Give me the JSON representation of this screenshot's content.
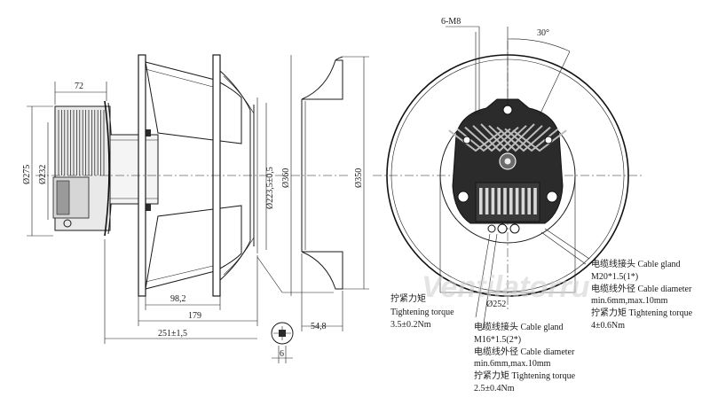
{
  "side_view": {
    "dims": {
      "d72": "72",
      "d275": "Ø275",
      "d232": "Ø232",
      "d2235": "Ø223,5±0,5",
      "d360": "Ø360",
      "d350": "Ø350",
      "d982": "98,2",
      "d179": "179",
      "d251": "251±1,5",
      "d548": "54,8",
      "d6": "6"
    }
  },
  "front_view": {
    "dims": {
      "m8": "6-M8",
      "angle": "30°",
      "d252": "Ø252"
    }
  },
  "notes": {
    "left_torque": {
      "cn": "拧紧力矩",
      "en": "Tightening torque",
      "val": "3.5±0.2Nm"
    },
    "gland_m20": {
      "cn": "电缆线接头",
      "en": "Cable gland",
      "spec": "M20*1.5(1*)",
      "dia_cn": "电缆线外径",
      "dia_en": "Cable diameter",
      "dia_val": "min.6mm,max.10mm",
      "torque_cn": "拧紧力矩",
      "torque_en": "Tightening torque",
      "torque_val": "4±0.6Nm"
    },
    "gland_m16": {
      "cn": "电缆线接头",
      "en": "Cable gland",
      "spec": "M16*1.5(2*)",
      "dia_cn": "电缆线外径",
      "dia_en": "Cable diameter",
      "dia_val": "min.6mm,max.10mm",
      "torque_cn": "拧紧力矩",
      "torque_en": "Tightening torque",
      "torque_val": "2.5±0.4Nm"
    }
  },
  "watermark": "Ventilatorru"
}
